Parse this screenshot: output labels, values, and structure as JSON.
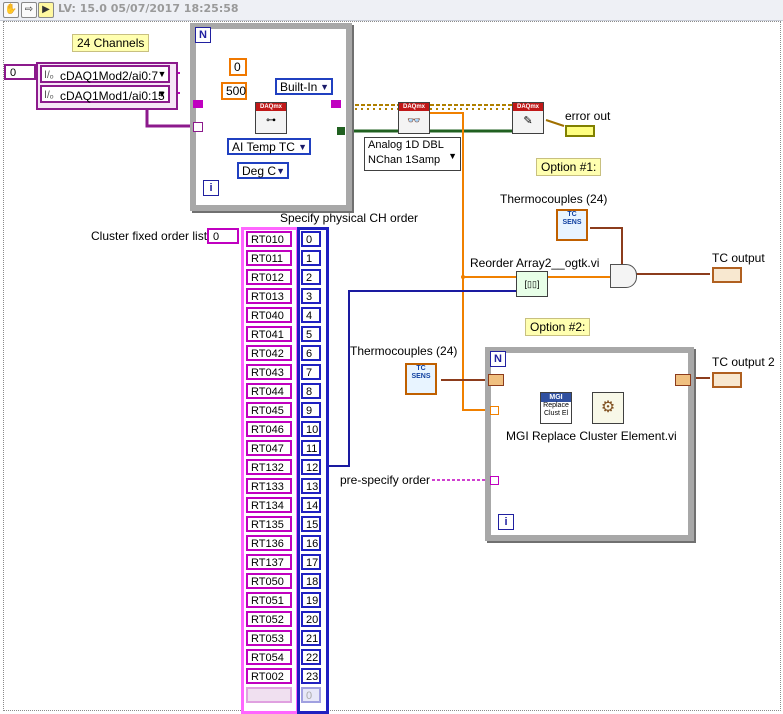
{
  "titlebar": {
    "version_label": "LV: 15.0 05/07/2017 18:25:58"
  },
  "top_loop": {
    "channels_label": "24 Channels",
    "index_control_value": "0",
    "channels": [
      "cDAQ1Mod2/ai0:7",
      "cDAQ1Mod1/ai0:15"
    ],
    "min_const": "0",
    "max_const": "500",
    "cjc_source": "Built-In",
    "measurement_type": "AI Temp TC",
    "units": "Deg C",
    "read_mode_line1": "Analog 1D DBL",
    "read_mode_line2": "NChan 1Samp",
    "error_out_label": "error out",
    "loop_N": "N",
    "loop_i": "i",
    "vi_header": "DAQmx"
  },
  "option1": {
    "title": "Option #1:",
    "thermocouples_label": "Thermocouples (24)",
    "reorder_vi_label": "Reorder Array2__ogtk.vi",
    "output_label": "TC output",
    "tc_const_line1": "TC",
    "tc_const_line2": "SENS"
  },
  "option2": {
    "title": "Option #2:",
    "thermocouples_label": "Thermocouples (24)",
    "replace_vi_label": "MGI Replace Cluster Element.vi",
    "replace_vi_text": "Replace Clust El",
    "mgi_label": "MGI",
    "output_label": "TC output 2",
    "prespecify_label": "pre-specify order",
    "loop_N": "N",
    "loop_i": "i"
  },
  "arrays": {
    "cluster_label": "Cluster fixed order list",
    "cluster_index": "0",
    "physical_label": "Specify physical CH order",
    "names": [
      "RT010",
      "RT011",
      "RT012",
      "RT013",
      "RT040",
      "RT041",
      "RT042",
      "RT043",
      "RT044",
      "RT045",
      "RT046",
      "RT047",
      "RT132",
      "RT133",
      "RT134",
      "RT135",
      "RT136",
      "RT137",
      "RT050",
      "RT051",
      "RT052",
      "RT053",
      "RT054",
      "RT002"
    ],
    "orders": [
      "0",
      "1",
      "2",
      "3",
      "4",
      "5",
      "6",
      "7",
      "8",
      "9",
      "10",
      "11",
      "12",
      "13",
      "14",
      "15",
      "16",
      "17",
      "18",
      "19",
      "20",
      "21",
      "22",
      "23"
    ],
    "empty_order": "0"
  },
  "colors": {
    "cluster_wire": "#c000c0",
    "num_wire": "#2020c0",
    "orange_wire": "#f08000",
    "error_wire": "#a07000",
    "brown_wire": "#8c3c1c"
  }
}
